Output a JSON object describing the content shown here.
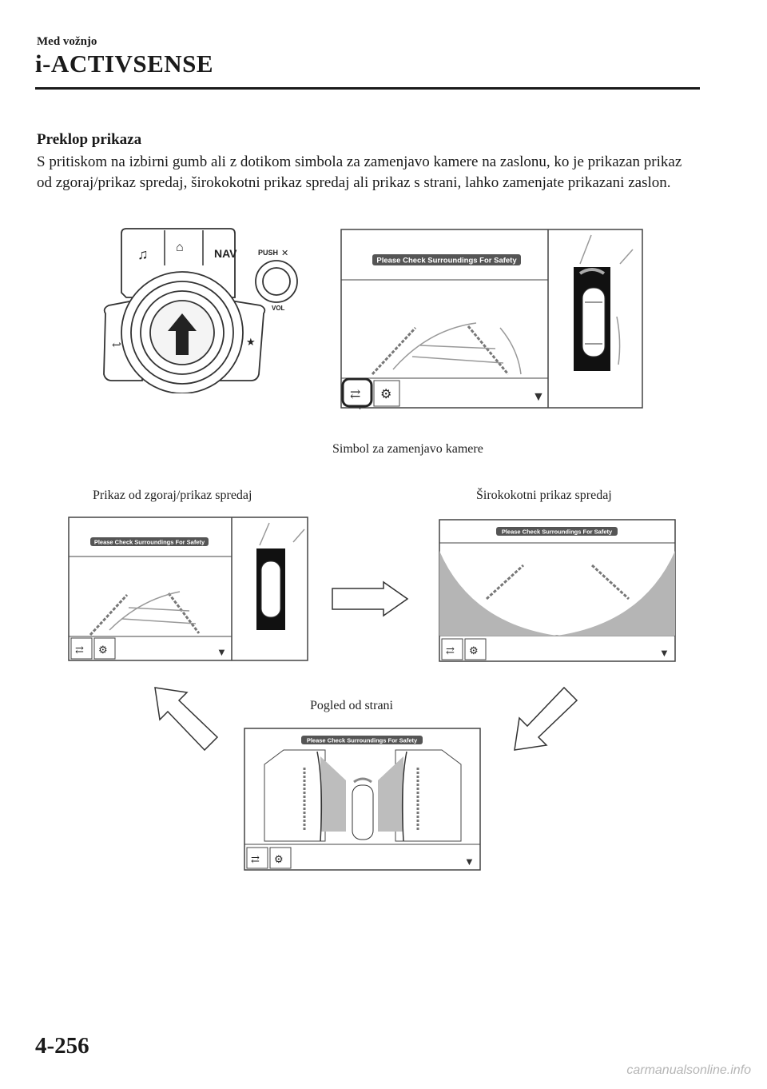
{
  "header": {
    "section": "Med vožnjo",
    "title": "i-ACTIVSENSE"
  },
  "body": {
    "heading": "Preklop prikaza",
    "paragraph": "S pritiskom na izbirni gumb ali z dotikom simbola za zamenjavo kamere na zaslonu, ko je prikazan prikaz od zgoraj/prikaz spredaj, širokokotni prikaz spredaj ali prikaz s strani, lahko zamenjate prikazani zaslon."
  },
  "figure": {
    "commander": {
      "nav_label": "NAV",
      "push_label": "PUSH",
      "vol_label": "VOL"
    },
    "screen_banner": "Please Check Surroundings For Safety",
    "callout": "Simbol za zamenjavo kamere",
    "captions": {
      "top_front": "Prikaz od zgoraj/prikaz spredaj",
      "wide_front": "Širokokotni prikaz spredaj",
      "side": "Pogled od strani"
    }
  },
  "footer": {
    "page": "4-256",
    "watermark": "carmanualsonline.info"
  }
}
